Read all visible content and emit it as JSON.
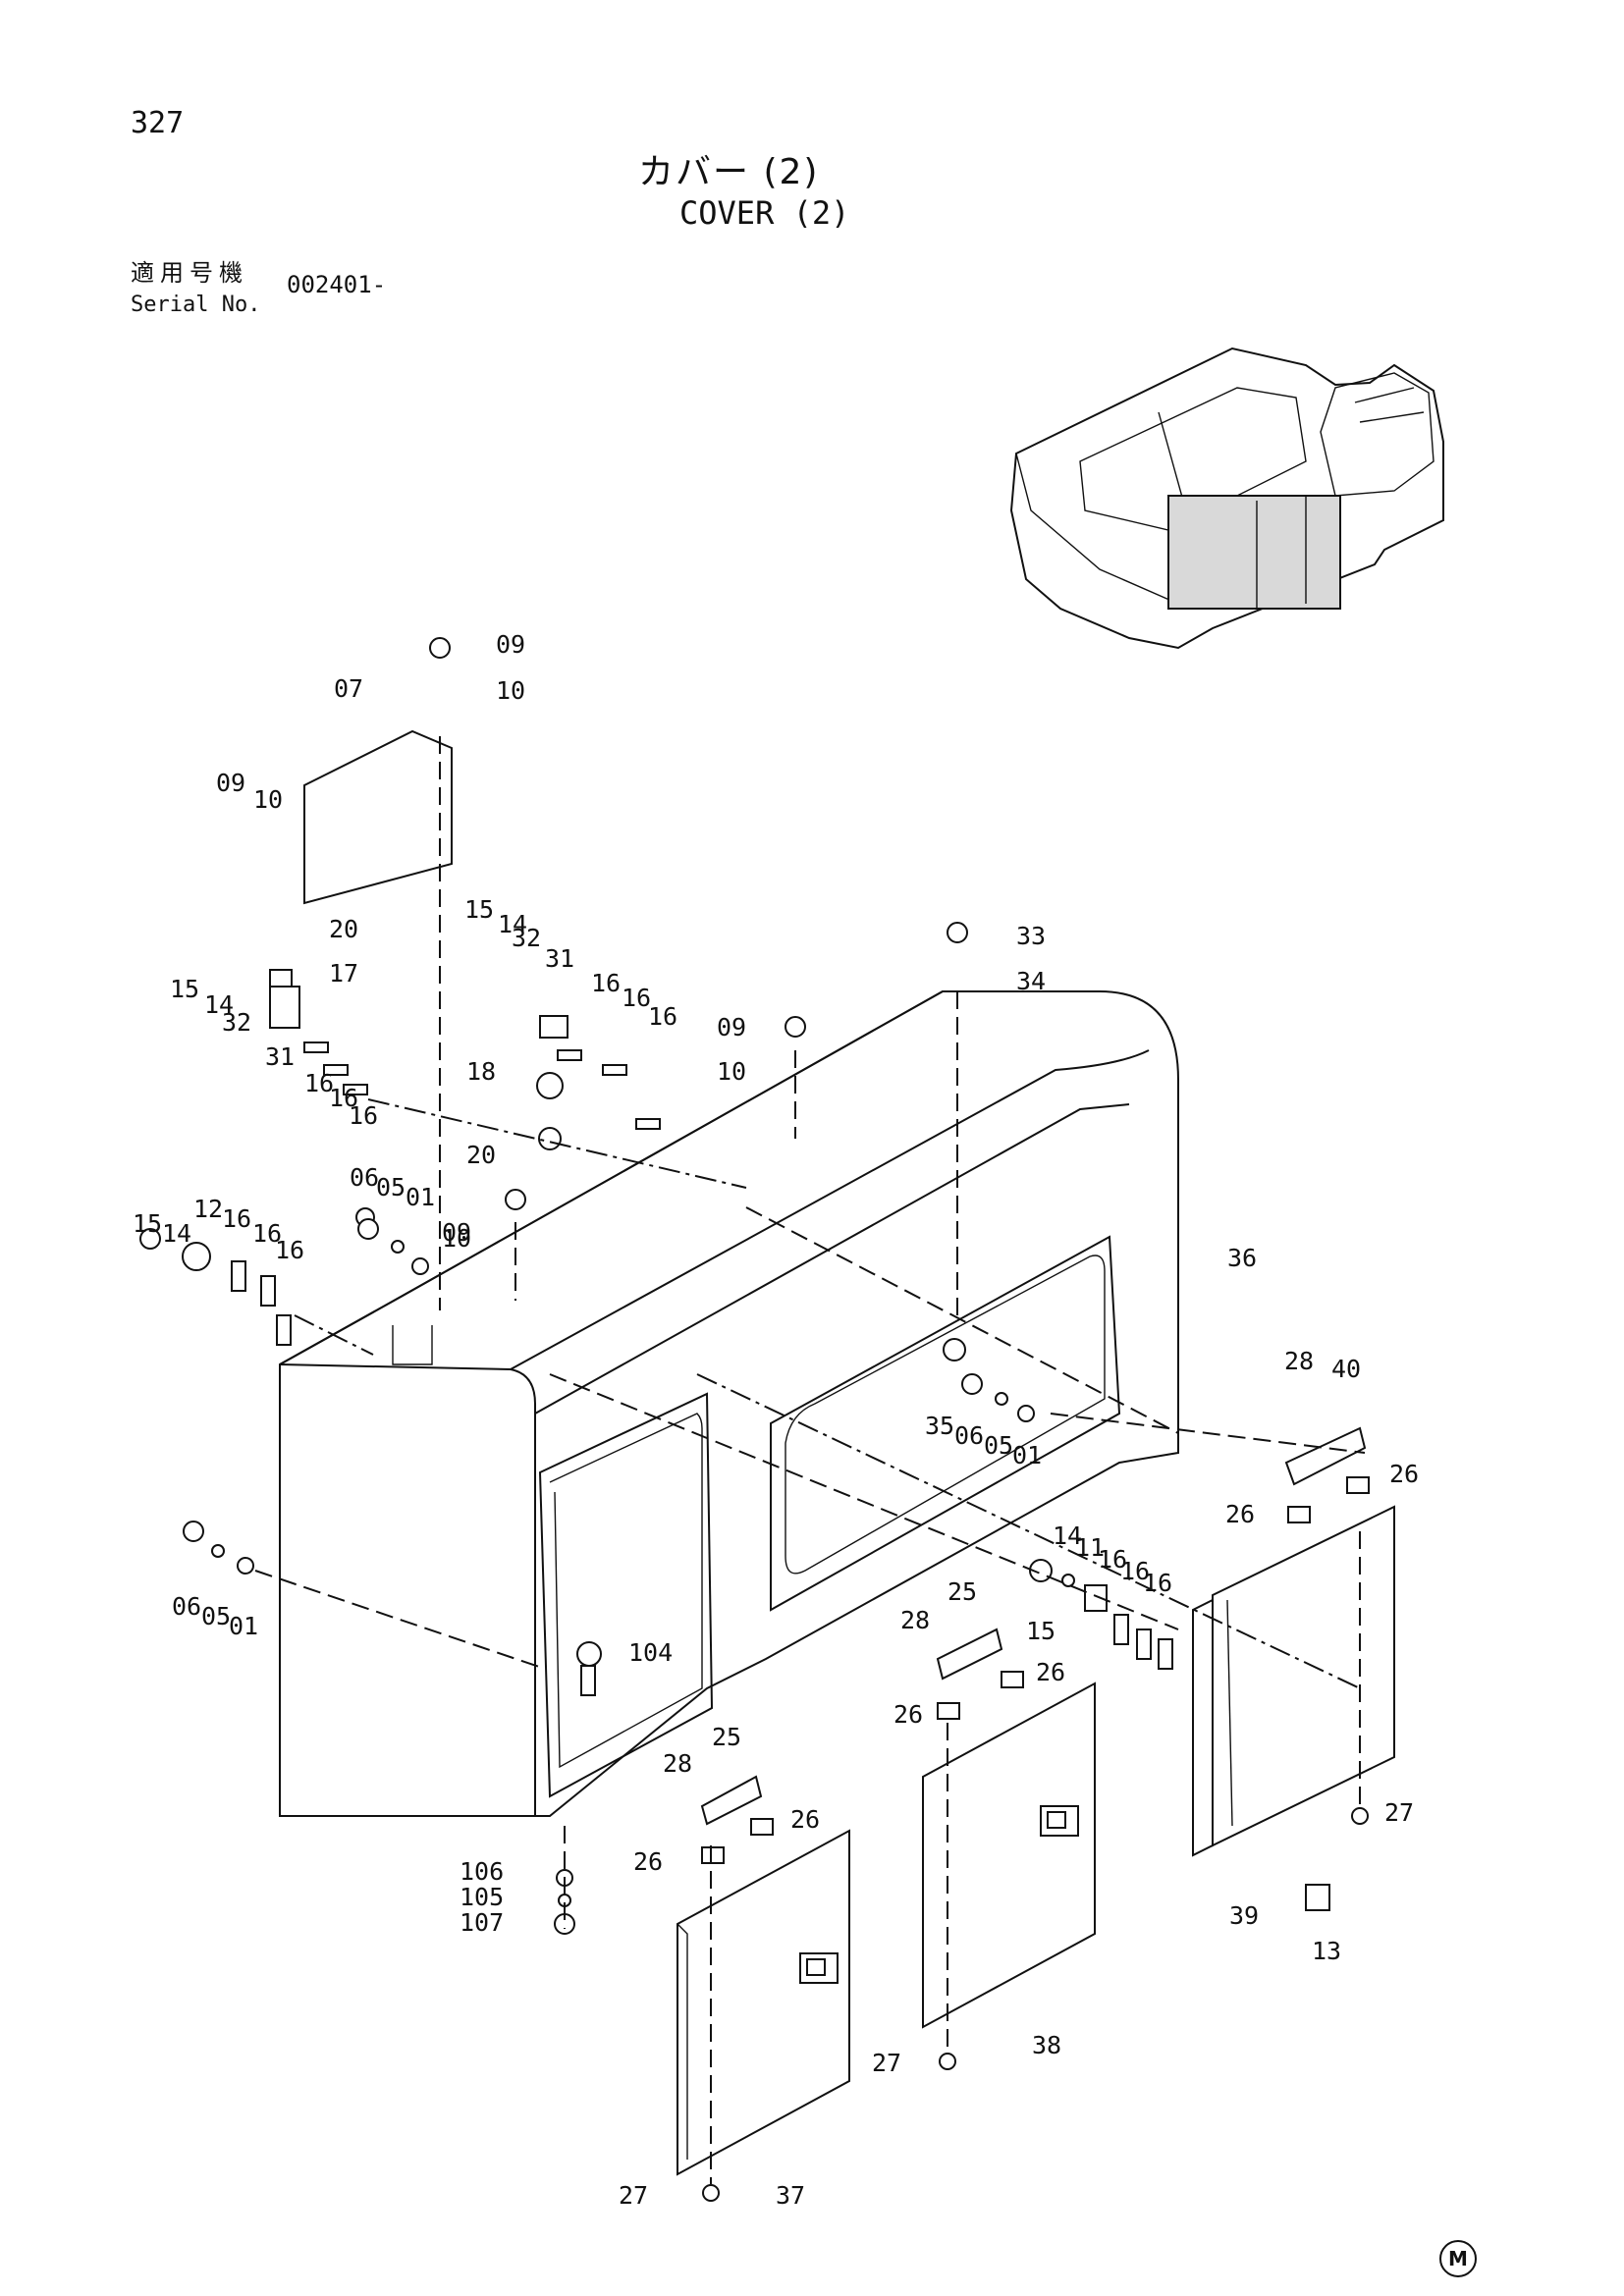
{
  "page": {
    "number": "327",
    "title_jp": "カバー (2)",
    "title_en": "COVER (2)",
    "serial_label_jp": "適用号機",
    "serial_label_en": "Serial No.",
    "serial_value": "002401-",
    "mark": "M"
  },
  "callouts": [
    {
      "label": "09"
    },
    {
      "label": "10"
    },
    {
      "label": "07"
    },
    {
      "label": "09"
    },
    {
      "label": "10"
    },
    {
      "label": "20"
    },
    {
      "label": "17"
    },
    {
      "label": "15"
    },
    {
      "label": "14"
    },
    {
      "label": "32"
    },
    {
      "label": "31"
    },
    {
      "label": "16"
    },
    {
      "label": "16"
    },
    {
      "label": "16"
    },
    {
      "label": "15"
    },
    {
      "label": "14"
    },
    {
      "label": "32"
    },
    {
      "label": "31"
    },
    {
      "label": "16"
    },
    {
      "label": "16"
    },
    {
      "label": "16"
    },
    {
      "label": "18"
    },
    {
      "label": "20"
    },
    {
      "label": "33"
    },
    {
      "label": "34"
    },
    {
      "label": "09"
    },
    {
      "label": "10"
    },
    {
      "label": "15"
    },
    {
      "label": "14"
    },
    {
      "label": "12"
    },
    {
      "label": "16"
    },
    {
      "label": "16"
    },
    {
      "label": "16"
    },
    {
      "label": "06"
    },
    {
      "label": "05"
    },
    {
      "label": "01"
    },
    {
      "label": "09"
    },
    {
      "label": "10"
    },
    {
      "label": "36"
    },
    {
      "label": "35"
    },
    {
      "label": "06"
    },
    {
      "label": "05"
    },
    {
      "label": "01"
    },
    {
      "label": "28"
    },
    {
      "label": "40"
    },
    {
      "label": "26"
    },
    {
      "label": "26"
    },
    {
      "label": "06"
    },
    {
      "label": "05"
    },
    {
      "label": "01"
    },
    {
      "label": "104"
    },
    {
      "label": "14"
    },
    {
      "label": "11"
    },
    {
      "label": "16"
    },
    {
      "label": "16"
    },
    {
      "label": "16"
    },
    {
      "label": "15"
    },
    {
      "label": "28"
    },
    {
      "label": "25"
    },
    {
      "label": "26"
    },
    {
      "label": "26"
    },
    {
      "label": "28"
    },
    {
      "label": "25"
    },
    {
      "label": "26"
    },
    {
      "label": "26"
    },
    {
      "label": "106"
    },
    {
      "label": "105"
    },
    {
      "label": "107"
    },
    {
      "label": "27"
    },
    {
      "label": "39"
    },
    {
      "label": "13"
    },
    {
      "label": "38"
    },
    {
      "label": "27"
    },
    {
      "label": "37"
    },
    {
      "label": "27"
    }
  ]
}
